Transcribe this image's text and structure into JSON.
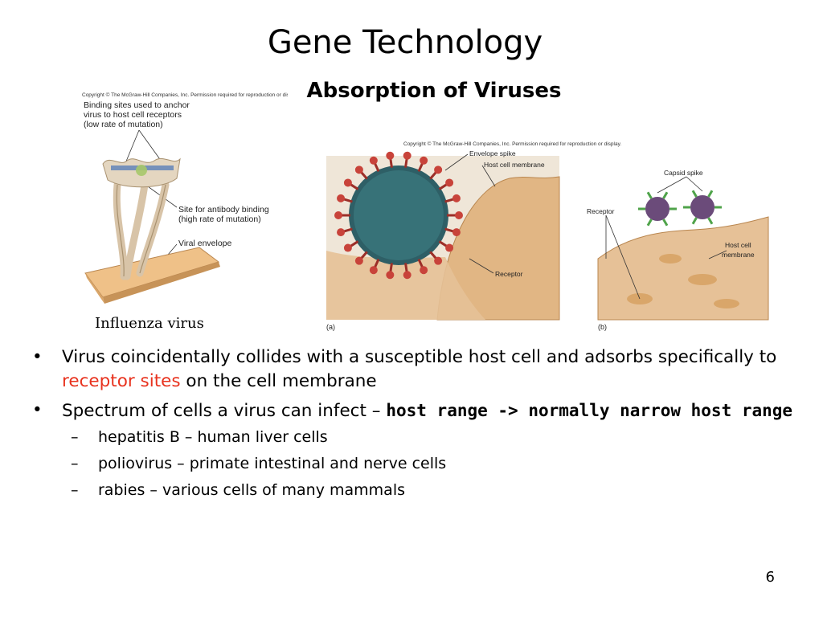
{
  "slide": {
    "title": "Gene Technology",
    "subtitle": "Absorption of Viruses",
    "page_number": "6"
  },
  "figure_influenza": {
    "copyright": "Copyright © The McGraw-Hill Companies, Inc. Permission required for reproduction or display.",
    "label_binding": [
      "Binding sites used to anchor",
      "virus to host cell receptors",
      "(low rate of mutation)"
    ],
    "label_antibody": [
      "Site for antibody binding",
      "(high rate of mutation)"
    ],
    "label_envelope": "Viral envelope",
    "caption": "Influenza virus"
  },
  "figure_absorption": {
    "copyright": "Copyright © The McGraw-Hill Companies, Inc. Permission required for reproduction or display.",
    "a": {
      "label_envelope_spike": "Envelope spike",
      "label_host_membrane": "Host cell membrane",
      "label_receptor": "Receptor",
      "panel": "(a)"
    },
    "b": {
      "label_capsid_spike": "Capsid spike",
      "label_receptor": "Receptor",
      "label_host_membrane": [
        "Host cell",
        "membrane"
      ],
      "panel": "(b)"
    }
  },
  "bullets": [
    {
      "mark": "•",
      "part1": "Virus coincidentally collides with a susceptible host cell and adsorbs specifically to ",
      "highlight": "receptor sites",
      "part2": " on the cell membrane"
    },
    {
      "mark": "•",
      "part1": "Spectrum of cells a virus can infect – ",
      "strong": "host range -> normally narrow host range"
    }
  ],
  "sub_bullets": [
    {
      "mark": "–",
      "text": "hepatitis B – human liver cells"
    },
    {
      "mark": "–",
      "text": "poliovirus – primate intestinal and nerve cells"
    },
    {
      "mark": "–",
      "text": "rabies – various cells of many mammals"
    }
  ],
  "colors": {
    "highlight": "#e8321e",
    "membrane": "#dfb37e",
    "virion_core": "#2e5f66",
    "spike": "#c8433a",
    "capsid": "#6b4b7a",
    "capsid_spike": "#4fa34a"
  }
}
